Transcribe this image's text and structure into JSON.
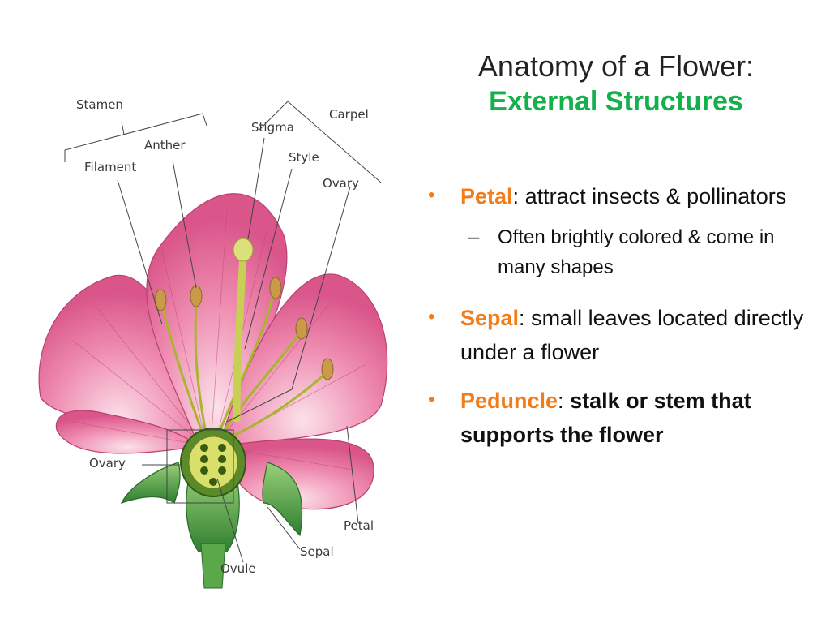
{
  "title": {
    "line1": "Anatomy of a Flower:",
    "line2": "External Structures"
  },
  "bullets": [
    {
      "term": "Petal",
      "sep": ": ",
      "text": "attract insects & pollinators"
    },
    {
      "sub": "Often brightly colored & come in many shapes"
    },
    {
      "term": "Sepal",
      "sep": ": ",
      "text": "small leaves located directly under a flower"
    },
    {
      "term": "Peduncle",
      "sep": ": ",
      "text": "stalk or stem that supports the flower"
    }
  ],
  "diagram_labels": {
    "stamen": "Stamen",
    "anther": "Anther",
    "filament": "Filament",
    "stigma": "Stigma",
    "style": "Style",
    "carpel": "Carpel",
    "ovary_top": "Ovary",
    "ovary_left": "Ovary",
    "petal": "Petal",
    "sepal": "Sepal",
    "ovule": "Ovule"
  },
  "colors": {
    "accent_term": "#f07d1a",
    "title_accent": "#13b04b",
    "petal": "#e0719a",
    "sepal": "#3f9b3a"
  }
}
